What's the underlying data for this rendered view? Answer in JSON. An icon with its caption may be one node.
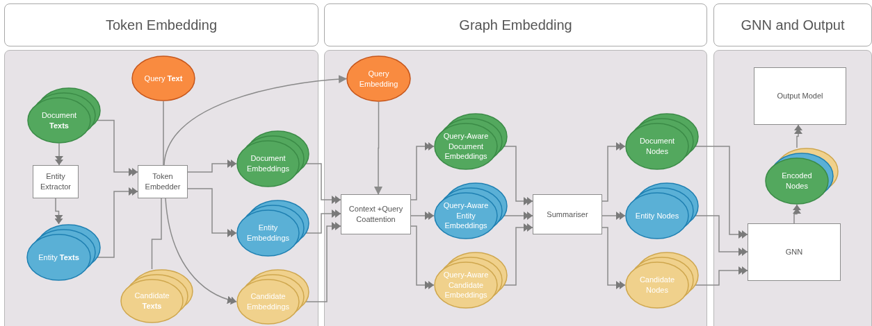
{
  "diagram": {
    "nodes": [
      {
        "text": [
          "Token Embedding"
        ]
      },
      {
        "text": [
          "Query **Text**"
        ],
        "in": 0
      },
      {
        "text": [
          "Document **Texts**"
        ],
        "in": 0
      },
      {
        "text": [
          "Entity Extractor"
        ],
        "in": 0
      },
      {
        "text": [
          "Token Embedder"
        ],
        "in": 0
      },
      {
        "text": [
          "Document Embeddings"
        ],
        "in": 0
      },
      {
        "text": [
          "Entity **Texts**"
        ],
        "in": 0
      },
      {
        "text": [
          "Entity Embeddings"
        ],
        "in": 0
      },
      {
        "text": [
          "Candidate **Texts**"
        ],
        "in": 0
      },
      {
        "text": [
          "Candidate Embeddings"
        ],
        "in": 0
      },
      {
        "text": [
          "Graph Embedding"
        ]
      },
      {
        "text": [
          "Query Embedding"
        ],
        "in": 10
      },
      {
        "text": [
          "Query-Aware Document Embeddings"
        ],
        "in": 10
      },
      {
        "text": [
          "Context +Query Coattention"
        ],
        "in": 10
      },
      {
        "text": [
          "Query-Aware Entity Embeddings"
        ],
        "in": 10
      },
      {
        "text": [
          "Summariser"
        ],
        "in": 10
      },
      {
        "text": [
          "Query-Aware Candidate Embeddings"
        ],
        "in": 10
      },
      {
        "text": [
          "Document Nodes"
        ],
        "in": 10
      },
      {
        "text": [
          "Entity Nodes"
        ],
        "in": 10
      },
      {
        "text": [
          "Candidate Nodes"
        ],
        "in": 10
      },
      {
        "text": [
          "GNN and Output"
        ]
      },
      {
        "text": [
          "Output Model"
        ],
        "in": 20
      },
      {
        "text": [
          "Encoded Nodes"
        ],
        "in": 20
      },
      {
        "text": [
          "GNN"
        ],
        "in": 20
      }
    ],
    "edges": [
      {
        "from": 1,
        "to": 4,
        "arrow": "none"
      },
      {
        "from": 2,
        "to": 3,
        "arrow": "to"
      },
      {
        "from": 3,
        "to": 6,
        "arrow": "to"
      },
      {
        "from": 2,
        "to": 4,
        "arrow": "to"
      },
      {
        "from": 6,
        "to": 4,
        "arrow": "to"
      },
      {
        "from": 8,
        "to": 4,
        "arrow": "none"
      },
      {
        "from": 4,
        "to": 5,
        "arrow": "to"
      },
      {
        "from": 4,
        "to": 7,
        "arrow": "to"
      },
      {
        "from": 4,
        "to": 9,
        "arrow": "to"
      },
      {
        "from": 4,
        "to": 11,
        "arrow": "to"
      },
      {
        "from": 5,
        "to": 13,
        "arrow": "to"
      },
      {
        "from": 7,
        "to": 13,
        "arrow": "to"
      },
      {
        "from": 9,
        "to": 13,
        "arrow": "to"
      },
      {
        "from": 11,
        "to": 13,
        "arrow": "to"
      },
      {
        "from": 13,
        "to": 12,
        "arrow": "to"
      },
      {
        "from": 13,
        "to": 14,
        "arrow": "to"
      },
      {
        "from": 13,
        "to": 16,
        "arrow": "to"
      },
      {
        "from": 12,
        "to": 15,
        "arrow": "to"
      },
      {
        "from": 14,
        "to": 15,
        "arrow": "to"
      },
      {
        "from": 16,
        "to": 15,
        "arrow": "to"
      },
      {
        "from": 15,
        "to": 17,
        "arrow": "to"
      },
      {
        "from": 15,
        "to": 18,
        "arrow": "to"
      },
      {
        "from": 15,
        "to": 19,
        "arrow": "to"
      },
      {
        "from": 17,
        "to": 23,
        "arrow": "to"
      },
      {
        "from": 18,
        "to": 23,
        "arrow": "to"
      },
      {
        "from": 19,
        "to": 23,
        "arrow": "to"
      },
      {
        "from": 23,
        "to": 22,
        "arrow": "to"
      },
      {
        "from": 22,
        "to": 21,
        "arrow": "to"
      }
    ]
  }
}
